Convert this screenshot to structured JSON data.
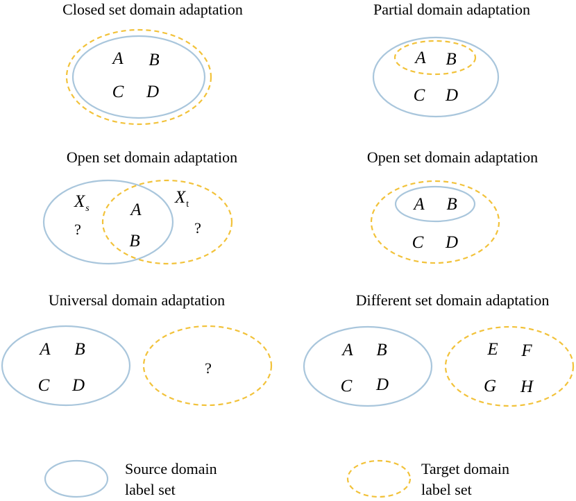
{
  "colors": {
    "source": "#a9c6dc",
    "target": "#f2c23a"
  },
  "panels": {
    "closed": {
      "title": "Closed set domain adaptation",
      "labels": [
        "A",
        "B",
        "C",
        "D"
      ]
    },
    "partial": {
      "title": "Partial domain adaptation",
      "labels": [
        "A",
        "B",
        "C",
        "D"
      ]
    },
    "open1": {
      "title": "Open set domain adaptation",
      "xs_main": "X",
      "xs_sub": "s",
      "xt_main": "X",
      "xt_sub": "t",
      "q_left": "?",
      "a": "A",
      "b": "B",
      "q_right": "?"
    },
    "open2": {
      "title": "Open set domain adaptation",
      "labels": [
        "A",
        "B",
        "C",
        "D"
      ]
    },
    "universal": {
      "title": "Universal domain adaptation",
      "labels": [
        "A",
        "B",
        "C",
        "D"
      ],
      "q": "?"
    },
    "different": {
      "title": "Different set domain adaptation",
      "source_labels": [
        "A",
        "B",
        "C",
        "D"
      ],
      "target_labels": [
        "E",
        "F",
        "G",
        "H"
      ]
    }
  },
  "legend": {
    "source_line1": "Source domain",
    "source_line2": "label set",
    "target_line1": "Target domain",
    "target_line2": "label set"
  }
}
